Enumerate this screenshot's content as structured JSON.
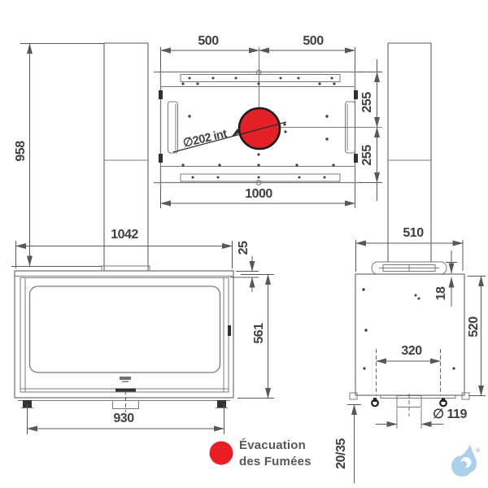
{
  "top_view": {
    "dim_width_left": "500",
    "dim_width_right": "500",
    "dim_depth_upper": "255",
    "dim_depth_lower": "255",
    "dim_width_total": "1000",
    "flue_diameter_label": "∅202 int"
  },
  "front_view": {
    "dim_height_total": "958",
    "dim_width_top": "1042",
    "dim_top_plate": "25",
    "dim_body_height": "561",
    "dim_width_bottom": "930"
  },
  "side_view": {
    "dim_depth": "510",
    "dim_bracket_gap": "18",
    "dim_body_height": "520",
    "dim_base_width": "320",
    "dim_outlet_diameter": "∅ 119",
    "dim_foot_height": "20/35"
  },
  "legend": {
    "line1": "Évacuation",
    "line2": "des Fumées"
  },
  "watermark": {
    "registered": "®"
  },
  "colors": {
    "flue_red": "#e32127",
    "legend_red": "#ec1c24",
    "line_gray": "#77797b",
    "dim_gray": "#55575a",
    "text_dark": "#3f4042",
    "legend_text": "#58585a",
    "logo_blue": "#a9d0e8"
  }
}
